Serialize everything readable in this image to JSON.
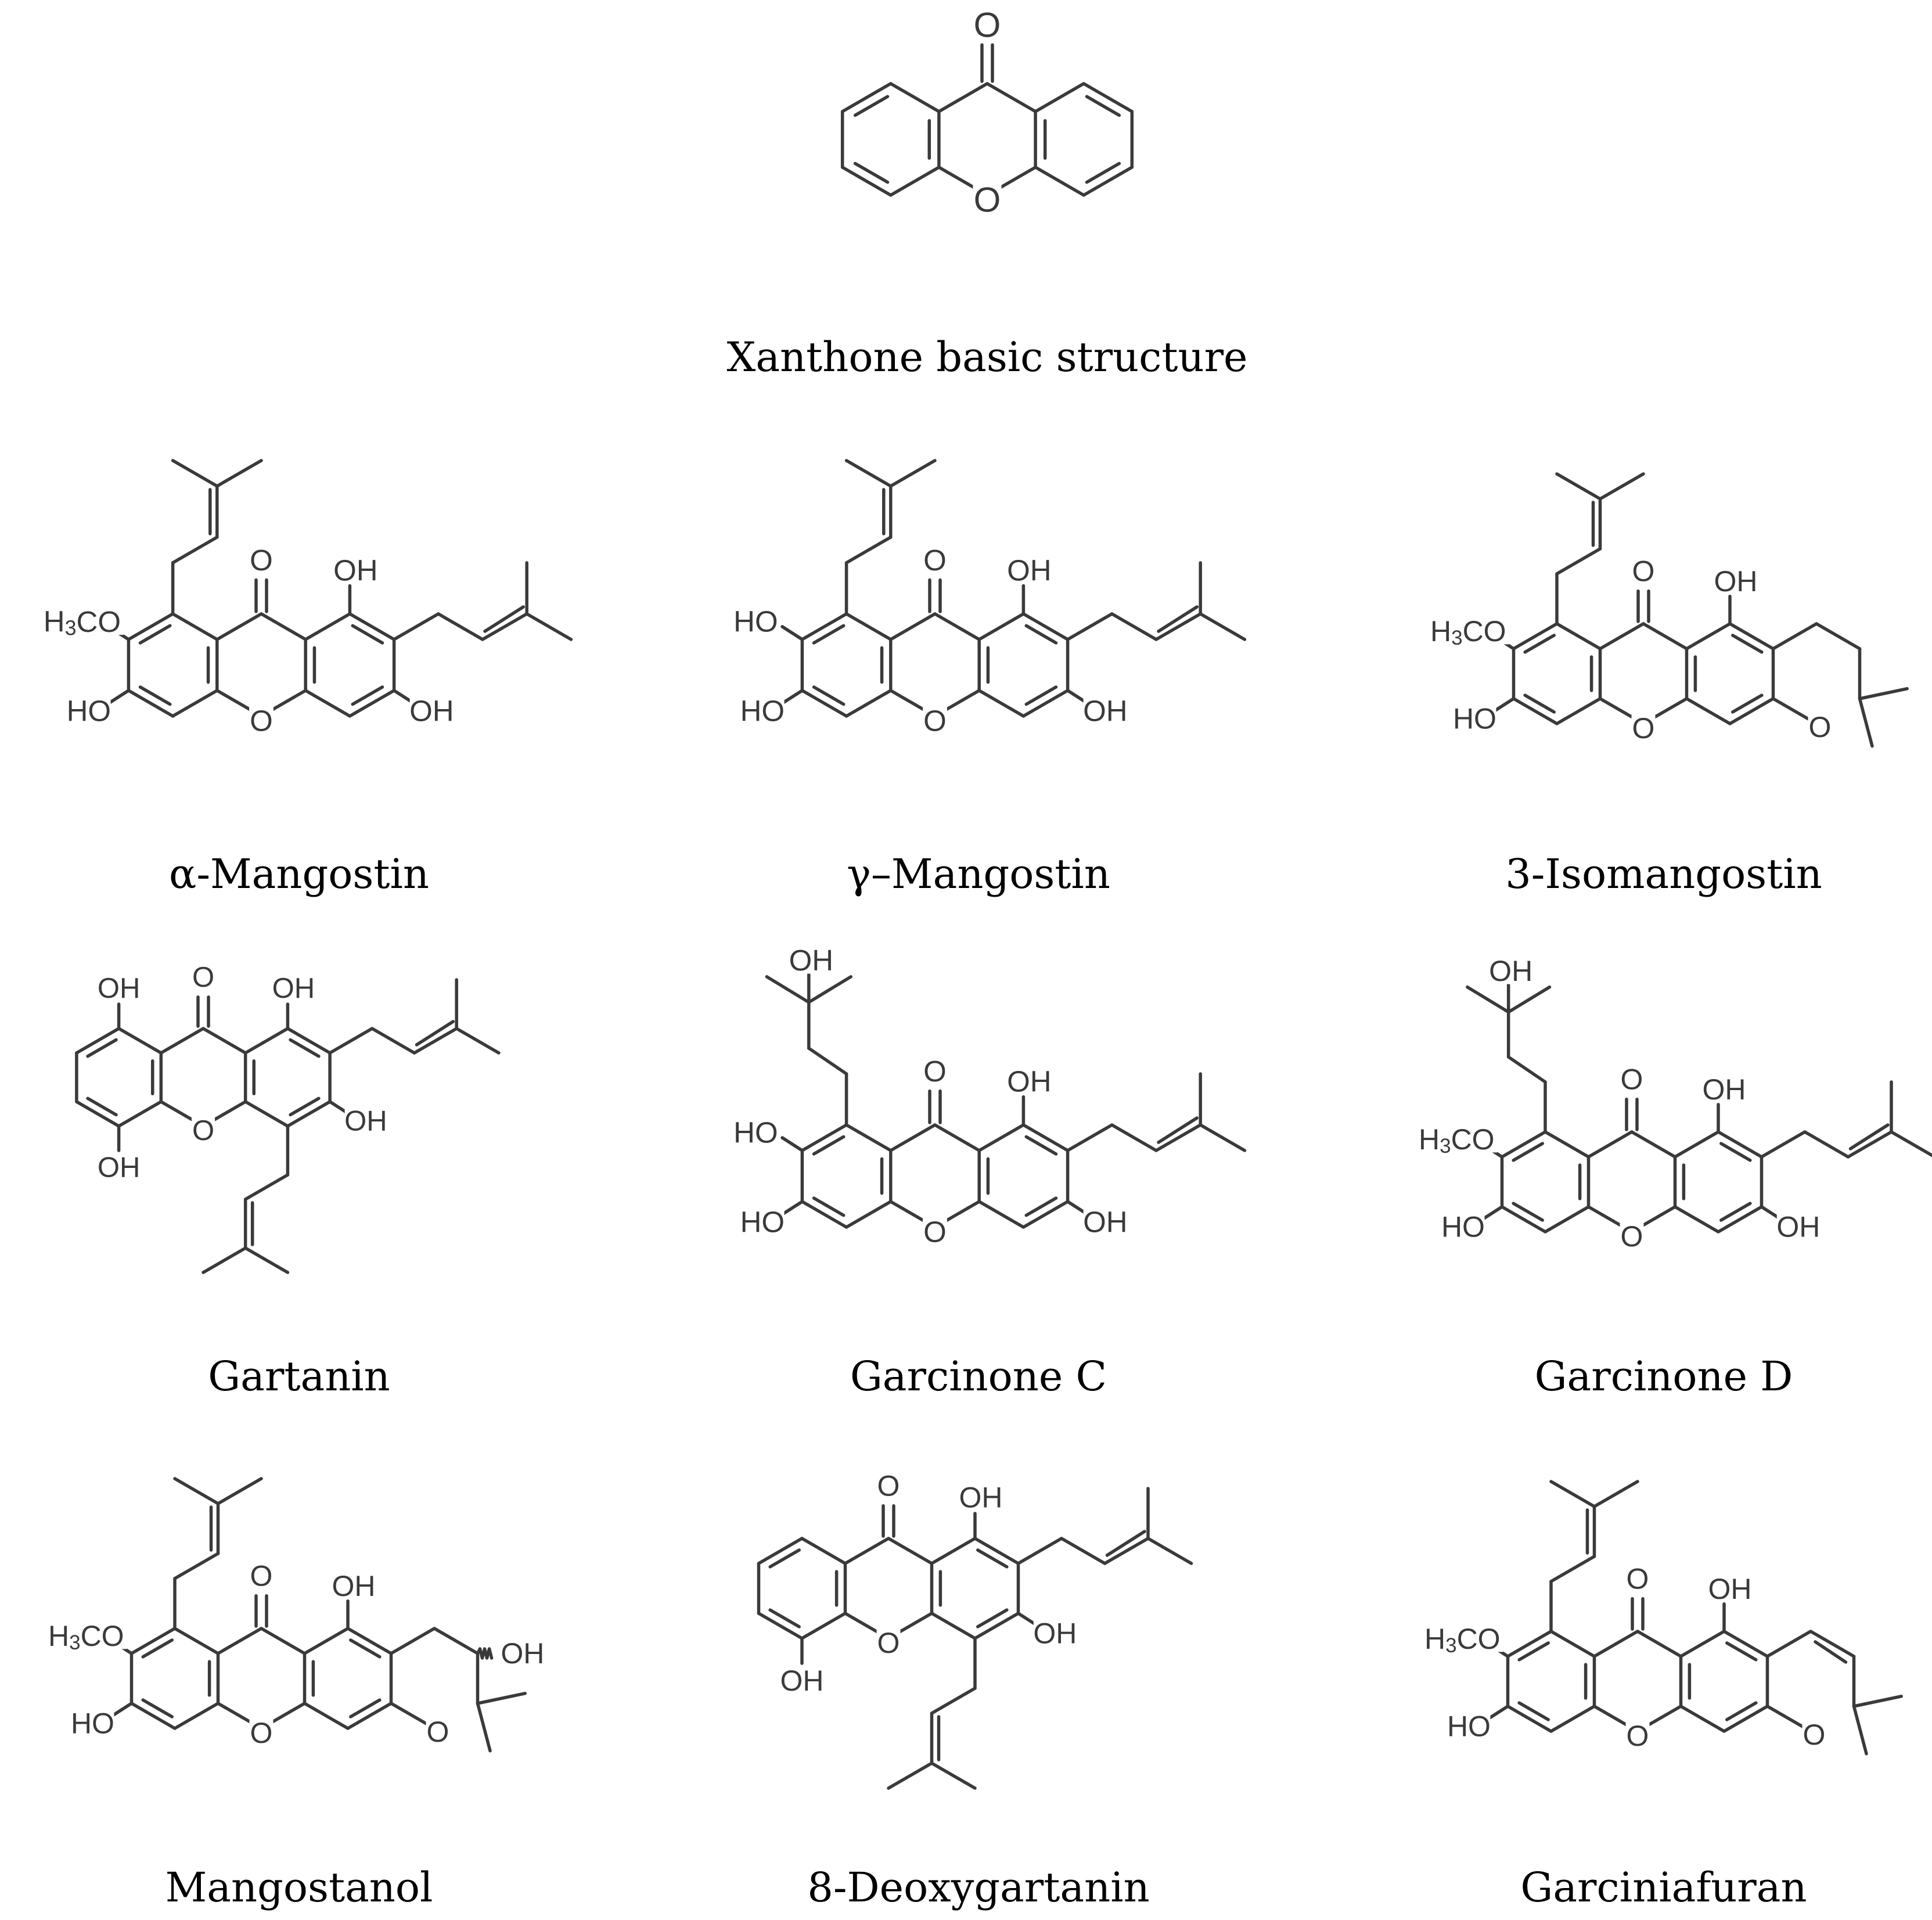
{
  "figure": {
    "panels": [
      {
        "id": "xanthone",
        "caption": "Xanthone basic structure",
        "labels": [
          "O",
          "O"
        ]
      },
      {
        "id": "alpha-mangostin",
        "caption": "α-Mangostin",
        "labels": [
          "O",
          "OH",
          "H3CO",
          "HO",
          "O",
          "OH"
        ]
      },
      {
        "id": "gamma-mangostin",
        "caption": "γ–Mangostin",
        "labels": [
          "O",
          "OH",
          "HO",
          "HO",
          "O",
          "OH"
        ]
      },
      {
        "id": "3-isomangostin",
        "caption": "3-Isomangostin",
        "labels": [
          "O",
          "OH",
          "H3CO",
          "HO",
          "O",
          "O"
        ]
      },
      {
        "id": "gartanin",
        "caption": "Gartanin",
        "labels": [
          "OH",
          "O",
          "OH",
          "OH",
          "O",
          "OH"
        ]
      },
      {
        "id": "garcinone-c",
        "caption": "Garcinone C",
        "labels": [
          "OH",
          "O",
          "OH",
          "HO",
          "HO",
          "O",
          "OH"
        ]
      },
      {
        "id": "garcinone-d",
        "caption": "Garcinone D",
        "labels": [
          "OH",
          "O",
          "OH",
          "H3CO",
          "HO",
          "O",
          "OH"
        ]
      },
      {
        "id": "mangostanol",
        "caption": "Mangostanol",
        "labels": [
          "O",
          "OH",
          "H3CO",
          "HO",
          "O",
          "O",
          "OH"
        ]
      },
      {
        "id": "8-deoxygartanin",
        "caption": "8-Deoxygartanin",
        "labels": [
          "O",
          "OH",
          "OH",
          "O",
          "OH"
        ]
      },
      {
        "id": "garciniafuran",
        "caption": "Garciniafuran",
        "labels": [
          "O",
          "OH",
          "H3CO",
          "HO",
          "O",
          "O"
        ]
      }
    ]
  }
}
